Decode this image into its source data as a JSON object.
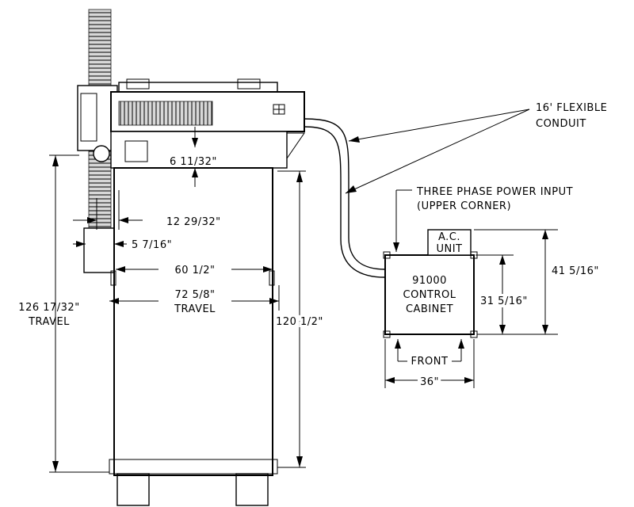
{
  "labels": {
    "conduit_line1": "16' FLEXIBLE",
    "conduit_line2": "CONDUIT",
    "power_line1": "THREE PHASE POWER INPUT",
    "power_line2": "(UPPER CORNER)",
    "ac_line1": "A.C.",
    "ac_line2": "UNIT",
    "cabinet_line1": "91000",
    "cabinet_line2": "CONTROL",
    "cabinet_line3": "CABINET",
    "front": "FRONT"
  },
  "dimensions": {
    "gap_top": "6  11/32\"",
    "offset_12": "12  29/32\"",
    "offset_5": "5  7/16\"",
    "width_60": "60  1/2\"",
    "travel_72": "72  5/8\"",
    "travel_72_label": "TRAVEL",
    "travel_126": "126  17/32\"",
    "travel_126_label": "TRAVEL",
    "length_120": "120  1/2\"",
    "cabinet_height_41": "41  5/16\"",
    "cabinet_height_31": "31  5/16\"",
    "cabinet_width_36": "36\""
  }
}
